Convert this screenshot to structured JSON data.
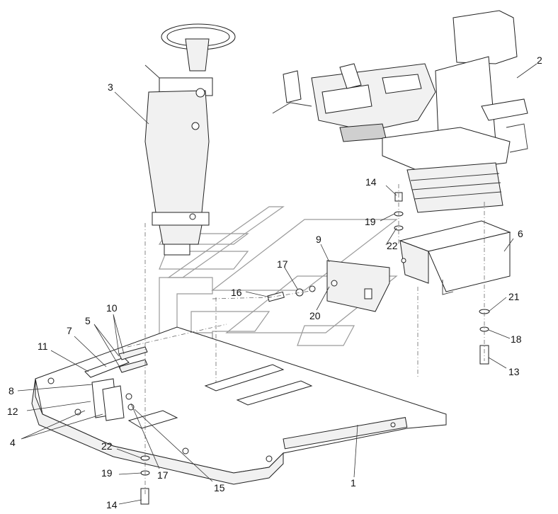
{
  "diagram": {
    "callouts": [
      {
        "id": "c1",
        "text": "1"
      },
      {
        "id": "c2",
        "text": "2"
      },
      {
        "id": "c3",
        "text": "3"
      },
      {
        "id": "c4",
        "text": "4"
      },
      {
        "id": "c5",
        "text": "5"
      },
      {
        "id": "c6",
        "text": "6"
      },
      {
        "id": "c7",
        "text": "7"
      },
      {
        "id": "c8",
        "text": "8"
      },
      {
        "id": "c9",
        "text": "9"
      },
      {
        "id": "c10",
        "text": "10"
      },
      {
        "id": "c11",
        "text": "11"
      },
      {
        "id": "c12",
        "text": "12"
      },
      {
        "id": "c13",
        "text": "13"
      },
      {
        "id": "c14a",
        "text": "14"
      },
      {
        "id": "c14b",
        "text": "14"
      },
      {
        "id": "c15",
        "text": "15"
      },
      {
        "id": "c16",
        "text": "16"
      },
      {
        "id": "c17a",
        "text": "17"
      },
      {
        "id": "c17b",
        "text": "17"
      },
      {
        "id": "c18",
        "text": "18"
      },
      {
        "id": "c19a",
        "text": "19"
      },
      {
        "id": "c19b",
        "text": "19"
      },
      {
        "id": "c20",
        "text": "20"
      },
      {
        "id": "c21",
        "text": "21"
      },
      {
        "id": "c22a",
        "text": "22"
      },
      {
        "id": "c22b",
        "text": "22"
      }
    ]
  }
}
